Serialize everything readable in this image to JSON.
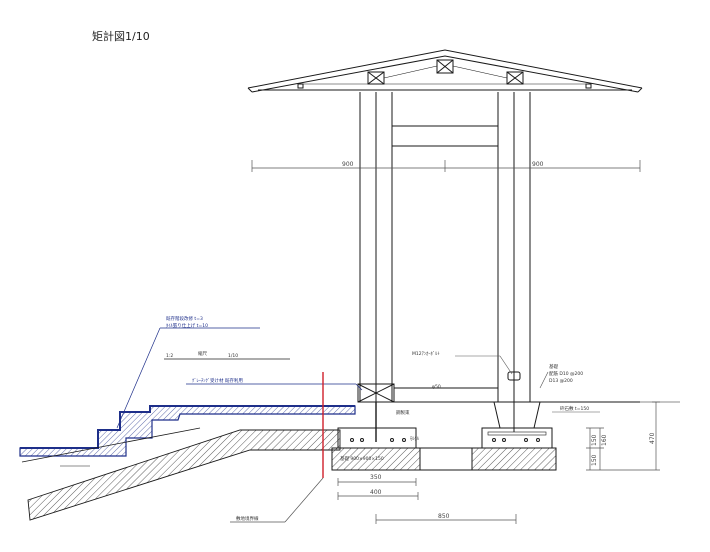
{
  "drawing": {
    "title": "矩計図1/10",
    "dimensions": {
      "roof_left": "900",
      "roof_right": "900",
      "footing_350": "350",
      "footing_400": "400",
      "base_850": "850",
      "height_470": "470",
      "height_150a": "150",
      "height_150b": "150",
      "height_160": "160"
    },
    "notes": {
      "stair_1": "既存階段改修 t=3",
      "stair_2": "ﾀｲﾙ張り仕上げ t=10",
      "scale_row_a": "1:2",
      "scale_row_b": "縮尺",
      "scale_row_c": "1/10",
      "deck": "ｸﾞﾚｰﾁﾝｸﾞ受け材 既存利用",
      "post_bolt": "M12ｱﾝｶｰﾎﾞﾙﾄ",
      "base_note_1": "基礎",
      "base_note_2": "配筋 D10 @200",
      "base_note_3": "D13 @200",
      "left_base": "基礎 900×900×150",
      "pipe": "φ50",
      "steel": "鋼製束",
      "gravel": "砕石敷 t=150",
      "boundary": "敷地境界線",
      "mortar": "ﾓﾙﾀﾙ"
    },
    "colors": {
      "line": "#1a1a1a",
      "accent": "#1e2f8a",
      "boundary": "#d0202a"
    }
  }
}
